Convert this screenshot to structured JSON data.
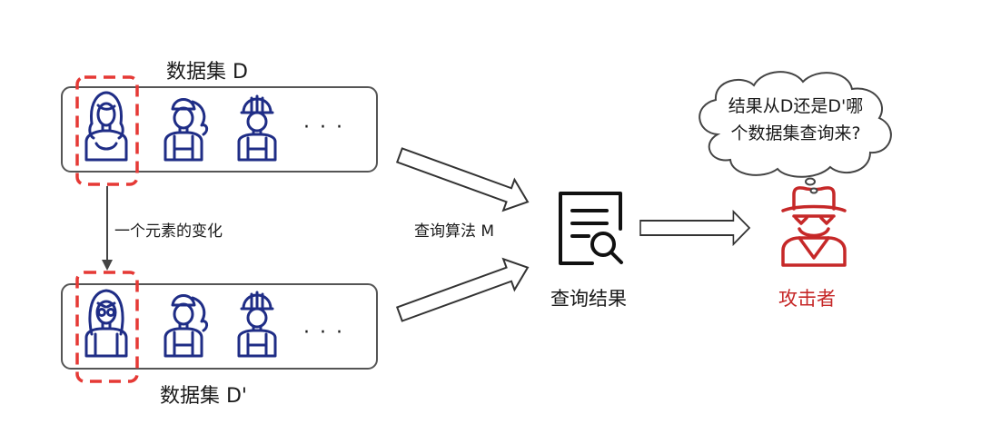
{
  "dataset_d_label": "数据集 D",
  "dataset_d_prime_label": "数据集 D'",
  "ellipsis": "· · ·",
  "change_label": "一个元素的变化",
  "query_algorithm_label": "查询算法 M",
  "query_result_label": "查询结果",
  "attacker_label": "攻击者",
  "thought_bubble": {
    "line1": "结果从D还是D'哪",
    "line2": "个数据集查询来?"
  },
  "colors": {
    "person_blue": "#1f2d86",
    "highlight_red": "#e53935",
    "attacker_red": "#c62828",
    "box_stroke": "#555555"
  }
}
